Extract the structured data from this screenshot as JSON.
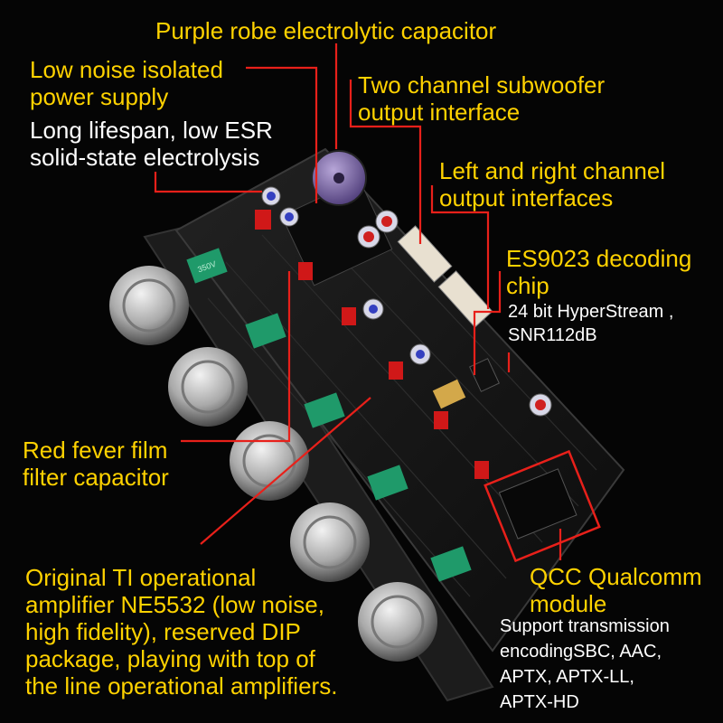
{
  "colors": {
    "background": "#050505",
    "highlight_text": "#ffd200",
    "normal_text": "#ffffff",
    "leader_line": "#e8201a",
    "board": "#141414",
    "knob": "#c9c9c9",
    "film_capacitor": "#1f9a6a",
    "red_capacitor": "#d01818"
  },
  "labels": {
    "purple_cap": "Purple robe electrolytic capacitor",
    "power_1": "Low noise isolated",
    "power_2": "power supply",
    "solid_1": "Long lifespan, low ESR",
    "solid_2": "solid-state electrolysis",
    "sub_1": "Two channel subwoofer",
    "sub_2": "output interface",
    "lr_1": "Left and right channel",
    "lr_2": "output interfaces",
    "chip_1": "ES9023 decoding",
    "chip_2": "chip",
    "chip_3": "24 bit HyperStream ,",
    "chip_4": "SNR112dB",
    "film_1": "Red fever film",
    "film_2": "filter capacitor",
    "opamp_1": "Original TI operational",
    "opamp_2": "amplifier NE5532 (low noise,",
    "opamp_3": "high fidelity), reserved DIP",
    "opamp_4": "package, playing with top of",
    "opamp_5": "the line operational amplifiers.",
    "qcc_1": "QCC Qualcomm",
    "qcc_2": "module",
    "qcc_3": "Support transmission",
    "qcc_4": "encodingSBC, AAC,",
    "qcc_5": "APTX, APTX-LL,",
    "qcc_6": "APTX-HD"
  },
  "component_marking": "350V"
}
